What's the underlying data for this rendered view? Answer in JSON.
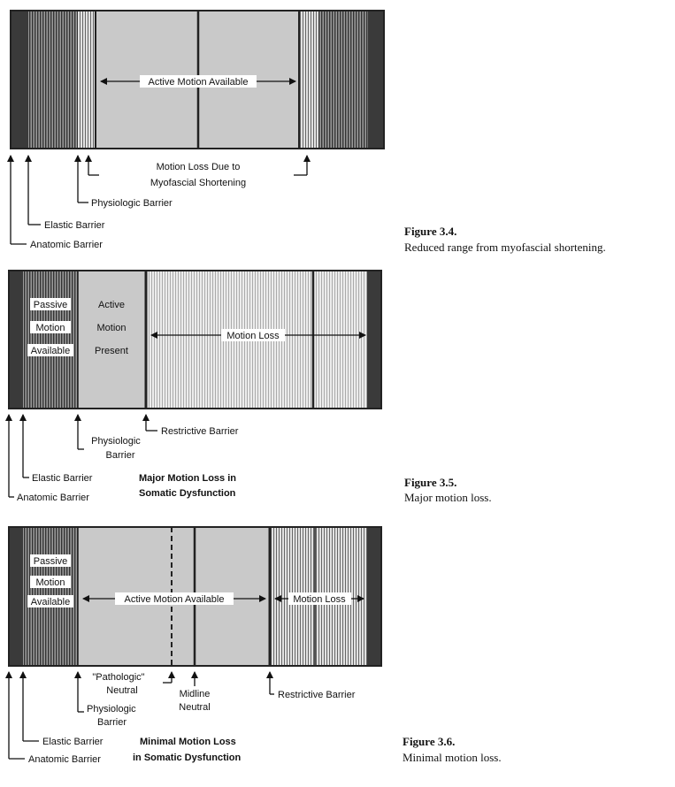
{
  "colors": {
    "frame": "#2a2a2a",
    "anatomic_band": "#3a3a3a",
    "elastic_band": "#8a8a8a",
    "physiologic_band": "#dcdcdc",
    "active_zone": "#c9c9c9",
    "passive_zone": "#9a9a9a",
    "loss_zone": "#e6e6e6"
  },
  "figures": [
    {
      "caption_title": "Figure 3.4.",
      "caption_text": "Reduced range from myofascial shortening.",
      "inner_labels": {
        "active": "Active Motion Available"
      },
      "labels": {
        "loss_line1": "Motion Loss Due to",
        "loss_line2": "Myofascial Shortening",
        "physiologic": "Physiologic Barrier",
        "elastic": "Elastic Barrier",
        "anatomic": "Anatomic Barrier"
      }
    },
    {
      "caption_title": "Figure 3.5.",
      "caption_text": "Major motion loss.",
      "inner_labels": {
        "passive_1": "Passive",
        "passive_2": "Motion",
        "passive_3": "Available",
        "active_1": "Active",
        "active_2": "Motion",
        "active_3": "Present",
        "loss": "Motion Loss"
      },
      "labels": {
        "restrictive": "Restrictive Barrier",
        "physiologic_1": "Physiologic",
        "physiologic_2": "Barrier",
        "elastic": "Elastic Barrier",
        "anatomic": "Anatomic Barrier",
        "bold_1": "Major Motion Loss in",
        "bold_2": "Somatic Dysfunction"
      }
    },
    {
      "caption_title": "Figure 3.6.",
      "caption_text": "Minimal motion loss.",
      "inner_labels": {
        "passive_1": "Passive",
        "passive_2": "Motion",
        "passive_3": "Available",
        "active": "Active Motion Available",
        "loss": "Motion Loss"
      },
      "labels": {
        "pathologic_1": "\"Pathologic\"",
        "pathologic_2": "Neutral",
        "midline_1": "Midline",
        "midline_2": "Neutral",
        "restrictive": "Restrictive Barrier",
        "physiologic_1": "Physiologic",
        "physiologic_2": "Barrier",
        "elastic": "Elastic Barrier",
        "anatomic": "Anatomic Barrier",
        "bold_1": "Minimal Motion Loss",
        "bold_2": "in Somatic Dysfunction"
      }
    }
  ]
}
